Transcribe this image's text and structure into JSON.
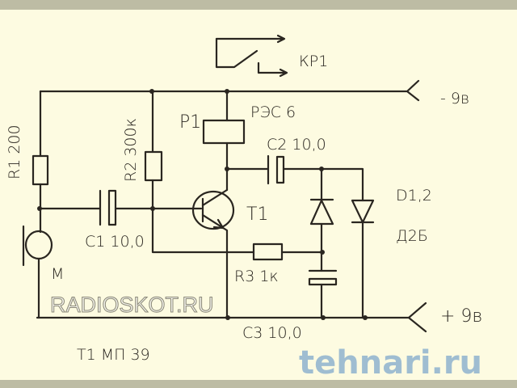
{
  "diagram": {
    "labels": {
      "relay_contact": "КР1",
      "supply_negative": "- 9в",
      "supply_positive": "+ 9в",
      "r1": "R1 200",
      "r2": "R2 300к",
      "relay": "Р1",
      "relay_type": "РЭС 6",
      "c2": "С2 10,0",
      "c1": "С1 10,0",
      "transistor": "Т1",
      "diodes": "D1,2",
      "diode_type": "Д2Б",
      "r3": "R3 1к",
      "mic": "М",
      "c3": "С3 10,0",
      "transistor_type": "Т1 МП 39"
    },
    "watermarks": {
      "site1": "RADIOSKOT.RU",
      "site2": "tehnari.ru"
    }
  }
}
